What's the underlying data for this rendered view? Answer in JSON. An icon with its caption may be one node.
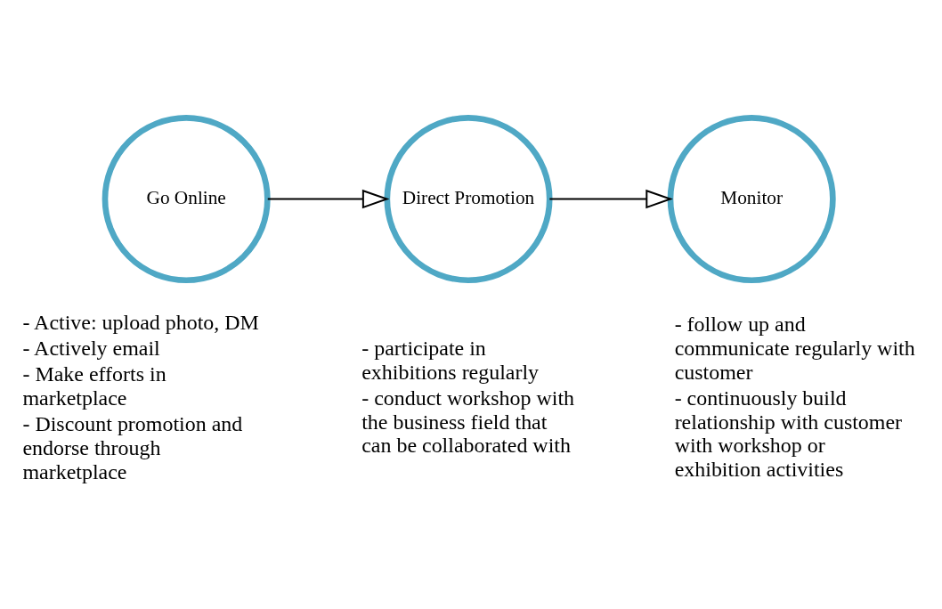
{
  "diagram": {
    "nodes": [
      {
        "text": [
          "Go Online"
        ],
        "beside": [
          "- Active: upload photo, DM",
          "- Actively email",
          "- Make efforts in marketplace",
          "- Discount promotion and endorse through marketplace"
        ]
      },
      {
        "text": [
          "Direct Promotion"
        ],
        "beside": [
          "- participate in exhibitions regularly",
          "- conduct workshop with the business field that can be collaborated with"
        ]
      },
      {
        "text": [
          "Monitor"
        ],
        "beside": [
          "- follow up and communicate regularly with customer",
          "- continuously build relationship with customer with workshop or exhibition activities"
        ]
      }
    ],
    "edges": [
      {
        "from": 0,
        "to": 1,
        "arrow": "to"
      },
      {
        "from": 1,
        "to": 2,
        "arrow": "to"
      }
    ]
  }
}
